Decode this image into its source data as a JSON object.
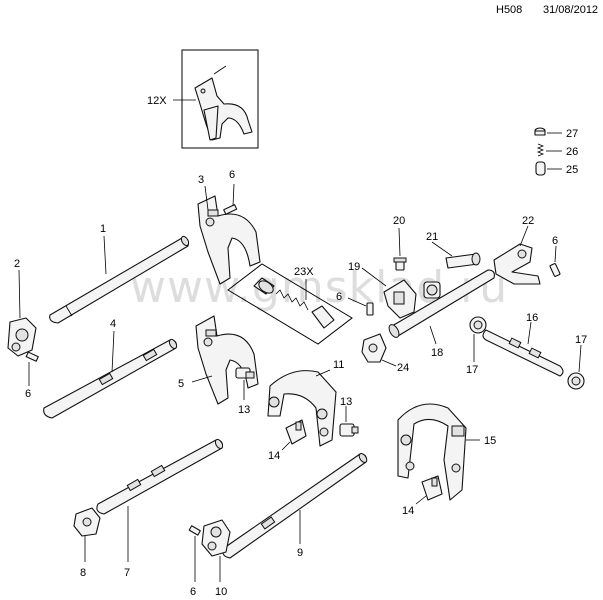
{
  "header": {
    "code": "H508",
    "date": "31/08/2012"
  },
  "watermark": "www.gmsklad.ru",
  "callouts": {
    "c1": "1",
    "c2": "2",
    "c3": "3",
    "c4": "4",
    "c5": "5",
    "c6a": "6",
    "c6b": "6",
    "c6c": "6",
    "c6d": "6",
    "c6e": "6",
    "c7": "7",
    "c8": "8",
    "c9": "9",
    "c10": "10",
    "c11": "11",
    "c12x": "12X",
    "c13a": "13",
    "c13b": "13",
    "c14a": "14",
    "c14b": "14",
    "c15": "15",
    "c16": "16",
    "c17a": "17",
    "c17b": "17",
    "c18": "18",
    "c19": "19",
    "c20": "20",
    "c21": "21",
    "c22": "22",
    "c23x": "23X",
    "c24": "24",
    "c25": "25",
    "c26": "26",
    "c27": "27"
  }
}
